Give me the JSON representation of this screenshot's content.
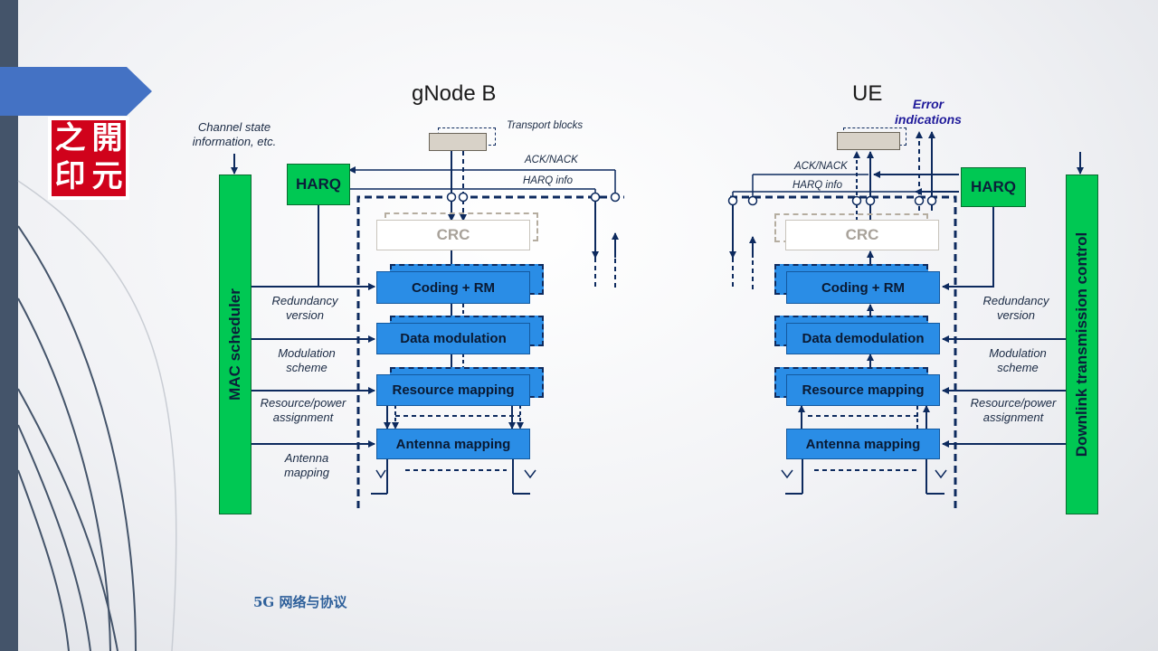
{
  "footer": "5G 网络与协议",
  "logo": {
    "chars": [
      "之",
      "開",
      "印",
      "元"
    ]
  },
  "gnb": {
    "title": "gNode B",
    "channel_state": "Channel state\ninformation, etc.",
    "transport_blocks": "Transport blocks",
    "ack_nack": "ACK/NACK",
    "harq_info": "HARQ info",
    "harq": "HARQ",
    "mac_scheduler": "MAC scheduler",
    "crc": "CRC",
    "blocks": [
      "Coding + RM",
      "Data modulation",
      "Resource mapping",
      "Antenna mapping"
    ],
    "side_labels": [
      "Redundancy\nversion",
      "Modulation\nscheme",
      "Resource/power\nassignment",
      "Antenna\nmapping"
    ]
  },
  "ue": {
    "title": "UE",
    "error_indications": "Error\nindications",
    "ack_nack": "ACK/NACK",
    "harq_info": "HARQ info",
    "harq": "HARQ",
    "downlink_control": "Downlink transmission control",
    "crc": "CRC",
    "blocks": [
      "Coding + RM",
      "Data demodulation",
      "Resource mapping",
      "Antenna mapping"
    ],
    "side_labels": [
      "Redundancy\nversion",
      "Modulation\nscheme",
      "Resource/power\nassignment"
    ]
  },
  "colors": {
    "green": "#00c853",
    "blue_block": "#2a8de6",
    "navy": "#0d2a5e",
    "sidebar": "#44546a",
    "banner": "#4472c4",
    "seal_red": "#d0021b"
  }
}
